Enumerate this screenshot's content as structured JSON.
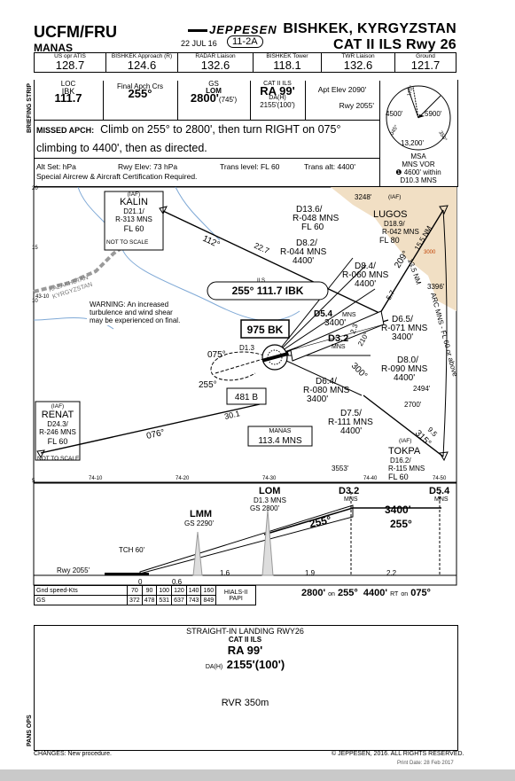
{
  "header": {
    "icao": "UCFM/FRU",
    "airport_name": "MANAS",
    "publisher": "JEPPESEN",
    "date": "22 JUL 16",
    "chart_number": "11-2A",
    "city": "BISHKEK, KYRGYZSTAN",
    "procedure": "CAT II ILS Rwy 26"
  },
  "frequencies": [
    {
      "label": "US opr ATIS",
      "value": "128.7"
    },
    {
      "label": "BISHKEK Approach (R)",
      "value": "124.6"
    },
    {
      "label": "RADAR Liaison",
      "value": "132.6"
    },
    {
      "label": "BISHKEK Tower",
      "value": "118.1"
    },
    {
      "label": "TWR Liaison",
      "value": "132.6"
    },
    {
      "label": "Ground",
      "value": "121.7"
    }
  ],
  "briefing": {
    "strip_label": "BRIEFING STRIP",
    "loc_label": "LOC",
    "loc_ident": "IBK",
    "loc_freq": "111.7",
    "crs_label": "Final Apch Crs",
    "crs_value": "255°",
    "gs_label": "GS",
    "gs_fix": "LOM",
    "gs_alt": "2800'",
    "gs_alt_sub": "(745')",
    "da_head": "CAT II ILS",
    "da_ra": "RA 99'",
    "da_label": "DA(H)",
    "da_value": "2155'(100')",
    "apt_elev": "Apt Elev 2090'",
    "rwy_elev": "Rwy 2055'",
    "missed_label": "MISSED APCH:",
    "missed_line1": "Climb on 255° to 2800', then turn RIGHT on 075°",
    "missed_line2": "climbing to 4400', then as directed.",
    "alt_set": "Alt Set: hPa",
    "rwy_elev_hpa": "Rwy Elev: 73 hPa",
    "trans_level": "Trans level: FL 60",
    "trans_alt": "Trans alt: 4400'",
    "special": "Special Aircrew & Aircraft Certification Required.",
    "msa_label": "MSA",
    "msa_vor": "MNS VOR",
    "msa_note": "❶ 4600' within",
    "msa_note2": "D10.3 MNS",
    "msa_alts": [
      "4500'",
      "5900'",
      "13,200'"
    ],
    "msa_bearings": [
      "170°",
      "045°",
      "350°"
    ]
  },
  "plan": {
    "kalin": [
      "(IAF)",
      "KALIN",
      "D21.1/",
      "R-313 MNS",
      "FL 60"
    ],
    "not_to_scale": "NOT TO SCALE",
    "lugos": [
      "(IAF)",
      "LUGOS",
      "D18.9/",
      "R-042 MNS",
      "FL 80"
    ],
    "renat": [
      "(IAF)",
      "RENAT",
      "D24.3/",
      "R-246 MNS",
      "FL 60"
    ],
    "tokpa": [
      "(IAF)",
      "TOKPA",
      "D16.2/",
      "R-115 MNS",
      "FL 60"
    ],
    "warning": [
      "WARNING: An increased",
      "turbulence and wind shear",
      "may be experienced on final."
    ],
    "ils_box": "255° 111.7 IBK",
    "ils_label": "ILS",
    "lom_box": "975 BK",
    "lom_dist": "D1.3",
    "lmm_box": "481 B",
    "manas_box": [
      "MANAS",
      "113.4 MNS"
    ],
    "border": [
      "KAZAKHSTAN",
      "KYRGYZSTAN"
    ],
    "fixes": [
      "D13.6/",
      "R-048 MNS",
      "FL 60",
      "D8.2/",
      "R-044 MNS",
      "4400'",
      "D8.4/",
      "R-060 MNS",
      "4400'",
      "D5.4",
      "MNS",
      "3400'",
      "D3.2",
      "MNS",
      "D6.5/",
      "R-071 MNS",
      "3400'",
      "D8.0/",
      "R-090 MNS",
      "4400'",
      "D6.4/",
      "R-080 MNS",
      "3400'",
      "D7.5/",
      "R-111 MNS",
      "4400'"
    ],
    "terrain": [
      "3248'",
      "3396'",
      "2494'",
      "2700'",
      "3553'"
    ],
    "courses": [
      "112°",
      "22.7",
      "075°",
      "255°",
      "076°",
      "30.1",
      "209°",
      "300°",
      "315°",
      "210°",
      "2.3",
      "5.7",
      "9.5",
      "13.5 NM",
      "15.5 NM",
      "ARC MNS - FL 60 or above"
    ],
    "lat_ticks": [
      "20",
      "15",
      "10",
      "5"
    ],
    "lon_ticks": [
      "74-10",
      "74-20",
      "74-30",
      "74-40",
      "74-50"
    ],
    "lat_label": "43-10",
    "spot3000": "3000"
  },
  "profile": {
    "lom": "LOM",
    "lom_dist": "D1.3 MNS",
    "lom_gs": "GS 2800'",
    "lmm": "LMM",
    "lmm_gs": "GS 2290'",
    "d32": "D3.2",
    "d32_sub": "MNS",
    "d54": "D5.4",
    "d54_sub": "MNS",
    "alt_3400": "3400'",
    "crs_255a": "255°",
    "crs_255b": "255°",
    "tch": "TCH 60'",
    "rwy": "Rwy 2055'",
    "dists": [
      "0",
      "0.6",
      "1.6",
      "1.9",
      "2.2"
    ]
  },
  "speed_table": {
    "head": "Gnd speed-Kts",
    "speeds": [
      "70",
      "90",
      "100",
      "120",
      "140",
      "160"
    ],
    "gs_label": "GS",
    "rates": [
      "372",
      "478",
      "531",
      "637",
      "743",
      "849"
    ],
    "hials": "HIALS-II",
    "papi": "PAPI",
    "missed": [
      "2800'",
      "on",
      "255°",
      "4400'",
      "RT",
      "on",
      "075°"
    ]
  },
  "minimums": {
    "title": "STRAIGHT-IN LANDING RWY26",
    "cat": "CAT II ILS",
    "ra": "RA 99'",
    "da_label": "DA(H)",
    "da_value": "2155'(100')",
    "rvr": "RVR 350m",
    "pans": "PANS OPS"
  },
  "footer": {
    "changes": "CHANGES:  New procedure.",
    "copyright": "© JEPPESEN, 2016. ALL RIGHTS RESERVED.",
    "print_date": "Print Date: 28 Feb 2017"
  }
}
